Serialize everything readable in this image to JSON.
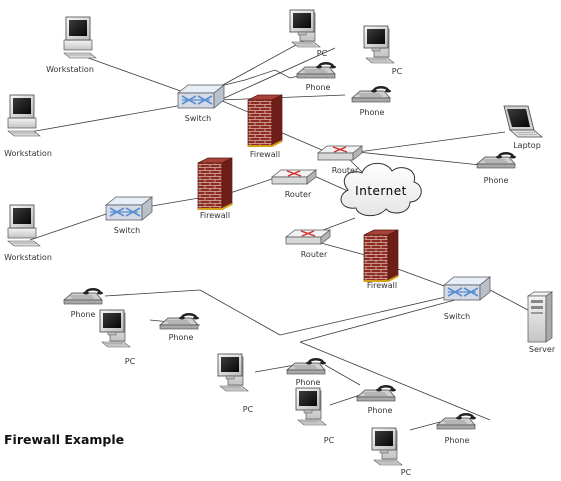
{
  "title": "Firewall Example",
  "colors": {
    "line": "#3a3a3a",
    "brick": "#8e2a24",
    "switch_blue": "#5b8fd0",
    "router_red": "#d12f2f"
  },
  "labels": {
    "workstation": "Workstation",
    "switch": "Switch",
    "firewall": "Firewall",
    "router": "Router",
    "internet": "Internet",
    "pc": "PC",
    "phone": "Phone",
    "laptop": "Laptop",
    "server": "Server"
  }
}
